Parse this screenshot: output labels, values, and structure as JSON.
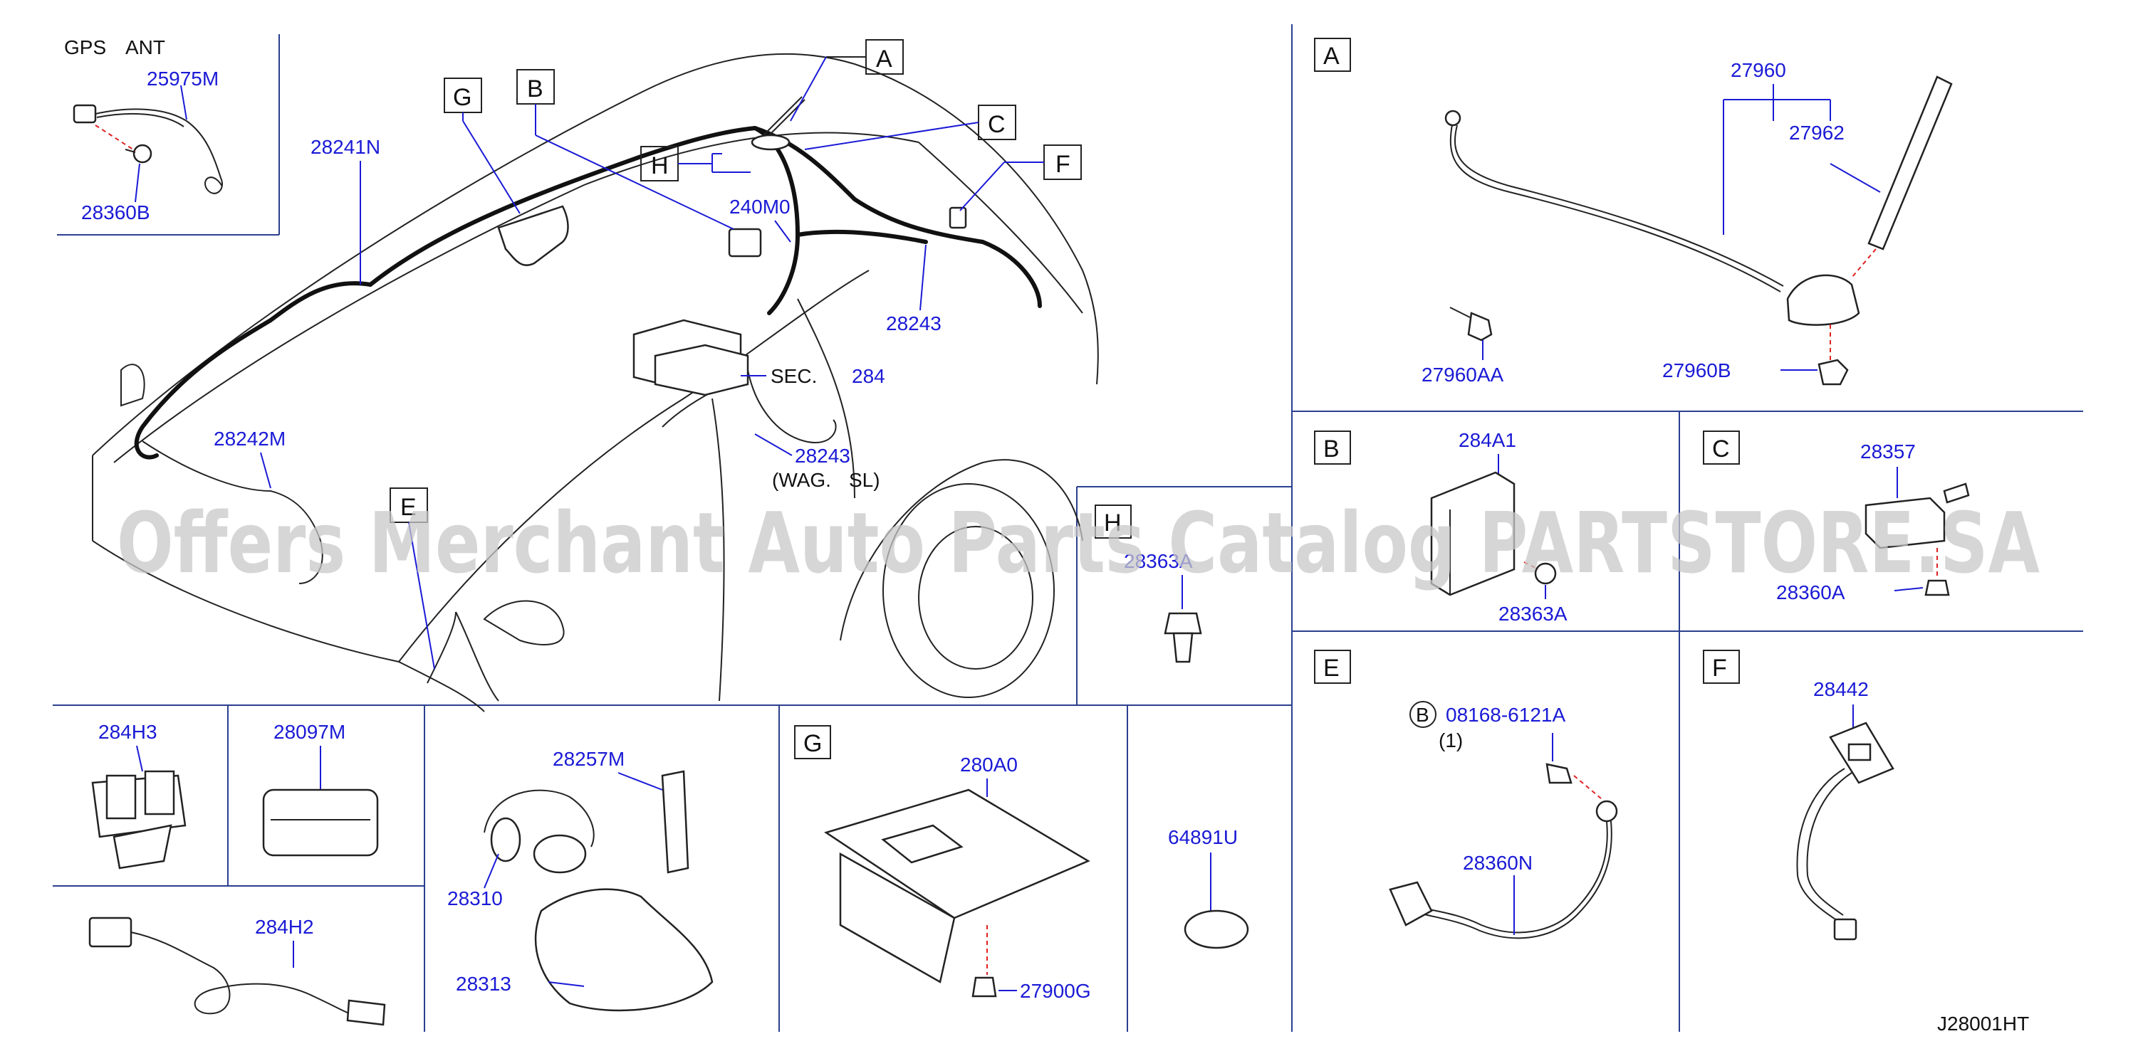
{
  "gps_box": {
    "title_gps": "GPS",
    "title_ant": "ANT",
    "part_cable": "25975M",
    "part_screw": "28360B"
  },
  "main_view": {
    "labels": {
      "p28241n": "28241N",
      "p28242m": "28242M",
      "p240m0": "240M0",
      "p28243a": "28243",
      "p28243b": "28243",
      "wag": "(WAG.",
      "sl": "SL)",
      "sec": "SEC.",
      "sec_num": "284"
    },
    "callouts": {
      "a": "A",
      "b": "B",
      "c": "C",
      "e": "E",
      "f": "F",
      "g": "G",
      "h": "H"
    }
  },
  "detail_a": {
    "letter": "A",
    "p27960": "27960",
    "p27962": "27962",
    "p27960aa": "27960AA",
    "p27960b": "27960B"
  },
  "detail_b": {
    "letter": "B",
    "p284a1": "284A1",
    "p28363a": "28363A"
  },
  "detail_c": {
    "letter": "C",
    "p28357": "28357",
    "p28360a": "28360A"
  },
  "detail_h": {
    "letter": "H",
    "p28363": "28363A"
  },
  "detail_e": {
    "letter": "E",
    "bolt_prefix": "B",
    "bolt_part": "08168-6121A",
    "bolt_qty": "(1)",
    "p28360n": "28360N"
  },
  "detail_f": {
    "letter": "F",
    "p28442": "28442"
  },
  "bottom": {
    "p284h3": "284H3",
    "p28097m": "28097M",
    "p284h2": "284H2",
    "p28257m": "28257M",
    "p28310": "28310",
    "p28313": "28313",
    "p64891u": "64891U"
  },
  "detail_g": {
    "letter": "G",
    "p280a0": "280A0",
    "p27900g": "27900G"
  },
  "diagram_id": "J28001HT",
  "watermark": "Offers Merchant Auto Parts Catalog PARTSTORE.SA",
  "colors": {
    "part_number": "#1a1ad6",
    "grid": "#2a3f8f",
    "leader_red": "#e02020"
  }
}
